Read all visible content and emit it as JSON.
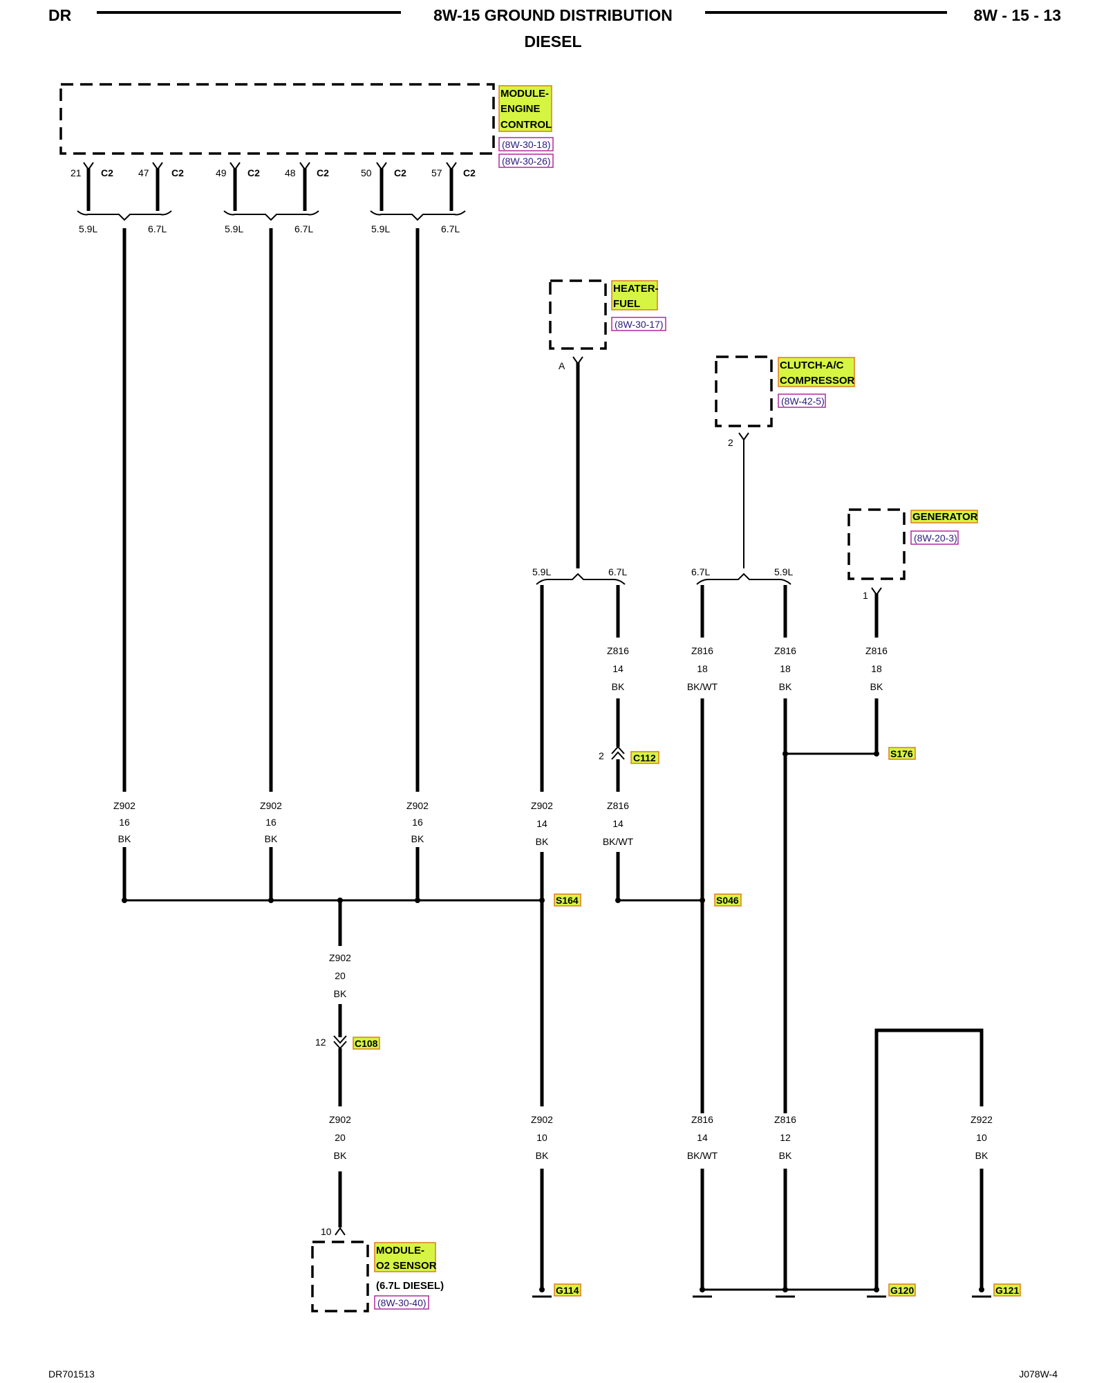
{
  "header": {
    "left": "DR",
    "title": "8W-15 GROUND DISTRIBUTION",
    "subtitle": "DIESEL",
    "right": "8W - 15 - 13"
  },
  "footer": {
    "left": "DR701513",
    "right": "J078W-4"
  },
  "colors": {
    "highlight": "#d6f542",
    "highlight_border": "#e07a1a",
    "ref_border": "#b0289a",
    "ref_text": "#2a1a7a"
  },
  "components": {
    "ecm": {
      "line1": "MODULE-",
      "line2": "ENGINE",
      "line3": "CONTROL",
      "ref1": "(8W-30-18)",
      "ref2": "(8W-30-26)"
    },
    "heater": {
      "line1": "HEATER-",
      "line2": "FUEL",
      "ref1": "(8W-30-17)",
      "pin": "A"
    },
    "clutch": {
      "line1": "CLUTCH-A/C",
      "line2": "COMPRESSOR",
      "ref1": "(8W-42-5)",
      "pin": "2"
    },
    "generator": {
      "line1": "GENERATOR",
      "ref1": "(8W-20-3)",
      "pin": "1"
    },
    "o2": {
      "line1": "MODULE-",
      "line2": "O2 SENSOR",
      "line3": "(6.7L DIESEL)",
      "ref1": "(8W-30-40)",
      "pin": "10"
    }
  },
  "ecm_pins": [
    {
      "pin": "21",
      "conn": "C2"
    },
    {
      "pin": "47",
      "conn": "C2"
    },
    {
      "pin": "49",
      "conn": "C2"
    },
    {
      "pin": "48",
      "conn": "C2"
    },
    {
      "pin": "50",
      "conn": "C2"
    },
    {
      "pin": "57",
      "conn": "C2"
    }
  ],
  "engine_options": {
    "a": "5.9L",
    "b": "6.7L"
  },
  "wires": {
    "z902_16": {
      "circuit": "Z902",
      "gauge": "16",
      "color": "BK"
    },
    "z902_14": {
      "circuit": "Z902",
      "gauge": "14",
      "color": "BK"
    },
    "z902_20": {
      "circuit": "Z902",
      "gauge": "20",
      "color": "BK"
    },
    "z902_10": {
      "circuit": "Z902",
      "gauge": "10",
      "color": "BK"
    },
    "z816_14_bk": {
      "circuit": "Z816",
      "gauge": "14",
      "color": "BK"
    },
    "z816_14_bkwt": {
      "circuit": "Z816",
      "gauge": "14",
      "color": "BK/WT"
    },
    "z816_18_bkwt": {
      "circuit": "Z816",
      "gauge": "18",
      "color": "BK/WT"
    },
    "z816_18_bk": {
      "circuit": "Z816",
      "gauge": "18",
      "color": "BK"
    },
    "z816_12": {
      "circuit": "Z816",
      "gauge": "12",
      "color": "BK"
    },
    "z922_10": {
      "circuit": "Z922",
      "gauge": "10",
      "color": "BK"
    }
  },
  "connectors": {
    "c112": "C112",
    "c112_pin": "2",
    "c108": "C108",
    "c108_pin": "12"
  },
  "splices": {
    "s164": "S164",
    "s046": "S046",
    "s176": "S176"
  },
  "grounds": {
    "g114": "G114",
    "g120": "G120",
    "g121": "G121"
  }
}
